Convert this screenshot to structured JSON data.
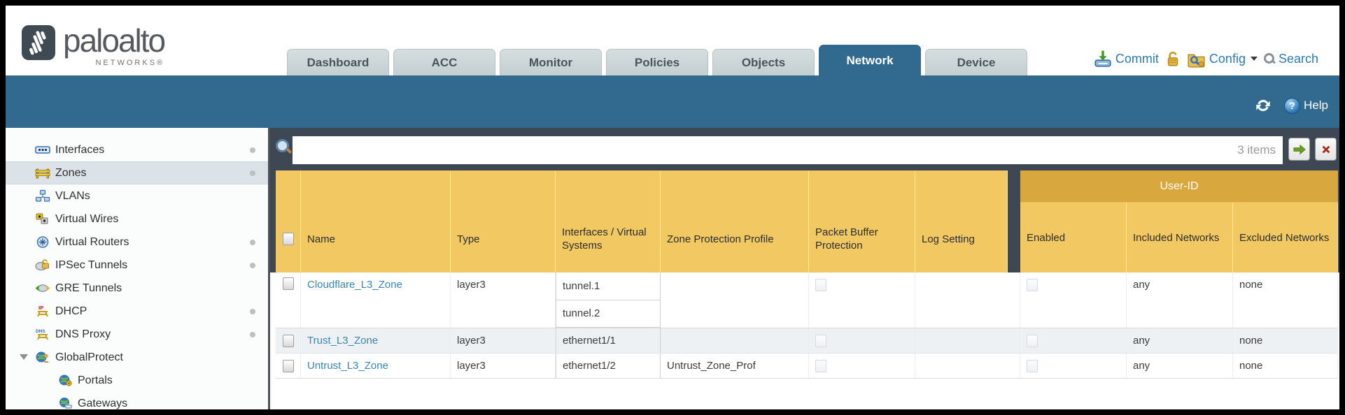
{
  "brand": {
    "name": "paloalto",
    "subtitle": "NETWORKS®"
  },
  "nav_tabs": [
    {
      "label": "Dashboard",
      "active": false
    },
    {
      "label": "ACC",
      "active": false
    },
    {
      "label": "Monitor",
      "active": false
    },
    {
      "label": "Policies",
      "active": false
    },
    {
      "label": "Objects",
      "active": false
    },
    {
      "label": "Network",
      "active": true
    },
    {
      "label": "Device",
      "active": false
    }
  ],
  "utilities": {
    "commit": "Commit",
    "config": "Config",
    "search": "Search"
  },
  "toolbar": {
    "help": "Help"
  },
  "sidebar": {
    "items": [
      {
        "label": "Interfaces",
        "icon": "interfaces-icon",
        "dot": true
      },
      {
        "label": "Zones",
        "icon": "zones-icon",
        "dot": true,
        "selected": true
      },
      {
        "label": "VLANs",
        "icon": "vlans-icon",
        "dot": false
      },
      {
        "label": "Virtual Wires",
        "icon": "virtual-wires-icon",
        "dot": false
      },
      {
        "label": "Virtual Routers",
        "icon": "virtual-routers-icon",
        "dot": true
      },
      {
        "label": "IPSec Tunnels",
        "icon": "ipsec-tunnels-icon",
        "dot": true
      },
      {
        "label": "GRE Tunnels",
        "icon": "gre-tunnels-icon",
        "dot": false
      },
      {
        "label": "DHCP",
        "icon": "dhcp-icon",
        "dot": true
      },
      {
        "label": "DNS Proxy",
        "icon": "dns-proxy-icon",
        "dot": true
      },
      {
        "label": "GlobalProtect",
        "icon": "globalprotect-icon",
        "dot": false,
        "expanded": true
      },
      {
        "label": "Portals",
        "icon": "portals-icon",
        "dot": false,
        "sub": true
      },
      {
        "label": "Gateways",
        "icon": "gateways-icon",
        "dot": false,
        "sub": true
      }
    ]
  },
  "filter_bar": {
    "value": "",
    "count": "3 items"
  },
  "table": {
    "group_header": "User-ID",
    "columns": {
      "name": "Name",
      "type": "Type",
      "interfaces": "Interfaces / Virtual Systems",
      "zone_protection": "Zone Protection Profile",
      "packet_buffer": "Packet Buffer Protection",
      "log_setting": "Log Setting",
      "enabled": "Enabled",
      "included": "Included Networks",
      "excluded": "Excluded Networks"
    },
    "rows": [
      {
        "name": "Cloudflare_L3_Zone",
        "type": "layer3",
        "interfaces": [
          "tunnel.1",
          "tunnel.2"
        ],
        "zone_protection": "",
        "log_setting": "",
        "included": "any",
        "excluded": "none"
      },
      {
        "name": "Trust_L3_Zone",
        "type": "layer3",
        "interfaces": [
          "ethernet1/1"
        ],
        "zone_protection": "",
        "log_setting": "",
        "included": "any",
        "excluded": "none"
      },
      {
        "name": "Untrust_L3_Zone",
        "type": "layer3",
        "interfaces": [
          "ethernet1/2"
        ],
        "zone_protection": "Untrust_Zone_Prof",
        "log_setting": "",
        "included": "any",
        "excluded": "none"
      }
    ]
  },
  "colors": {
    "teal": "#316a8e",
    "slate": "#3e4854",
    "header_yellow": "#f1c862",
    "group_amber": "#d8a73d",
    "link_blue": "#3787ae",
    "action_blue": "#2e7bb1"
  }
}
